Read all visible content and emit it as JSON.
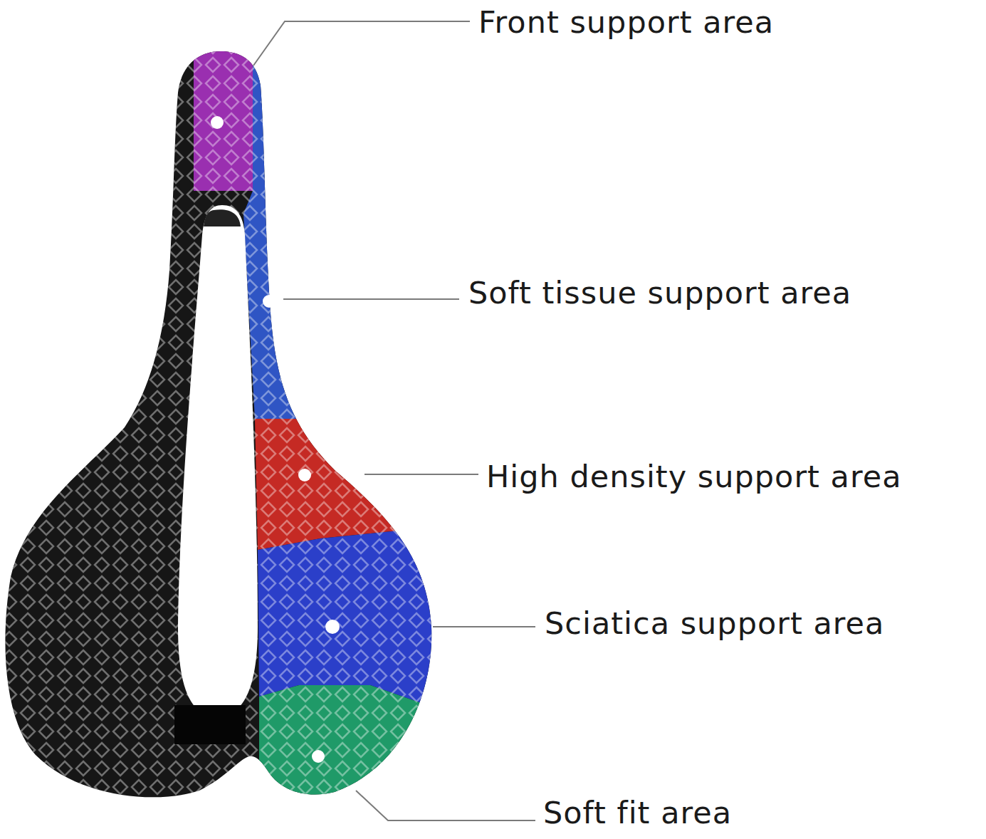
{
  "diagram": {
    "labels": [
      "Front support area",
      "Soft tissue support area",
      "High density support area",
      "Sciatica support area",
      "Soft fit area"
    ]
  }
}
